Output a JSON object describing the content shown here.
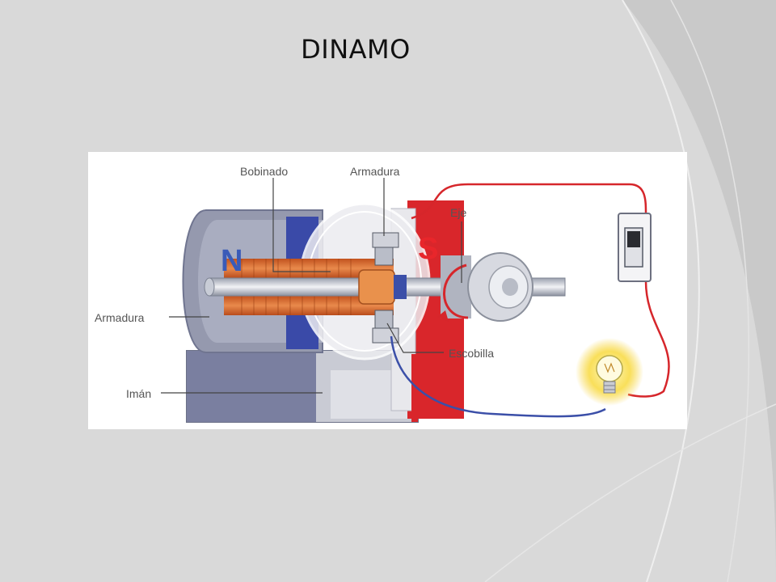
{
  "slide": {
    "title": "DINAMO"
  },
  "diagram": {
    "labels": {
      "bobinado": "Bobinado",
      "armadura_top": "Armadura",
      "eje": "Eje",
      "armadura_left": "Armadura",
      "escobilla": "Escobilla",
      "iman": "Imán"
    },
    "poles": {
      "north": "N",
      "south": "S"
    }
  },
  "colors": {
    "background": "#d9d9d9",
    "panel": "#ffffff",
    "north_pole": "#3a5bb8",
    "south_pole": "#e8262b",
    "housing_gray": "#8f94a8",
    "coil_copper": "#d9682a",
    "wire_red": "#d6262b",
    "wire_blue": "#3b4fa8",
    "bulb_glow": "#f7d64a"
  }
}
